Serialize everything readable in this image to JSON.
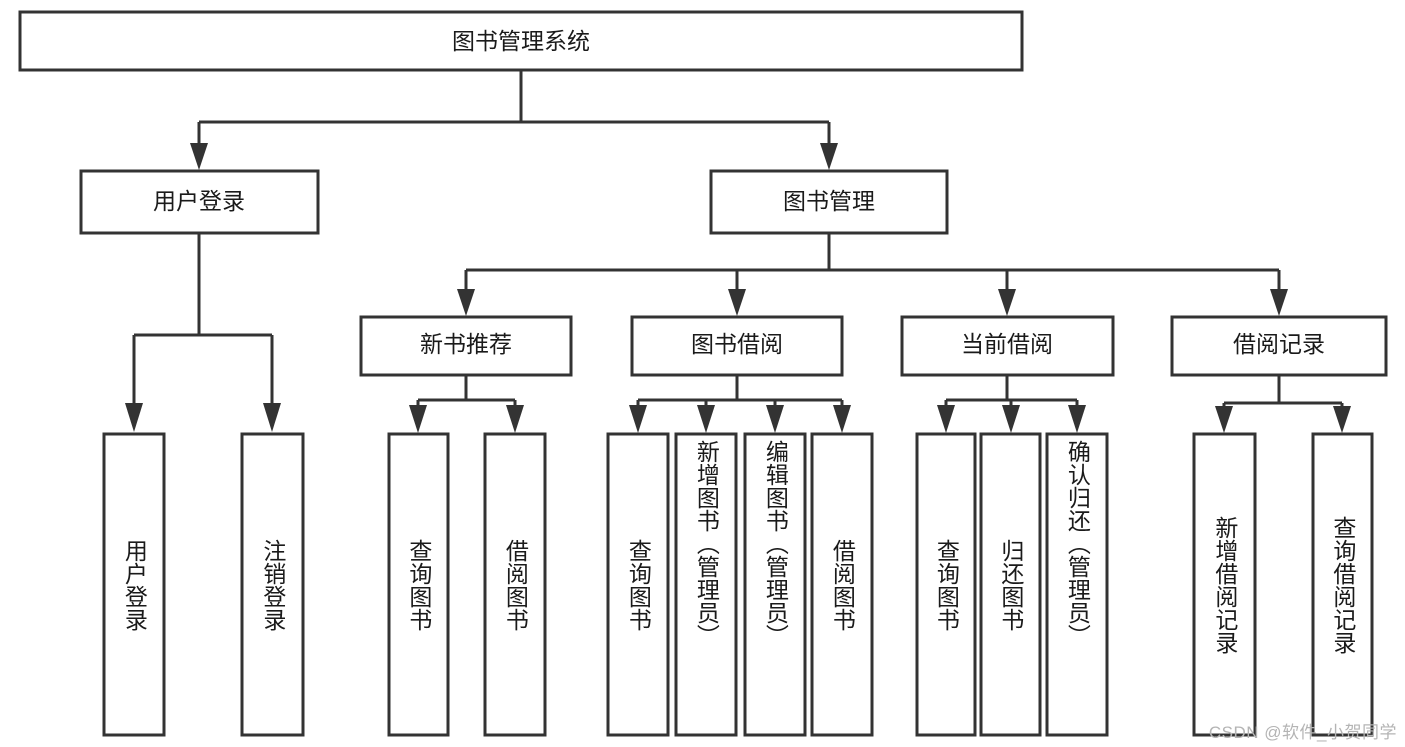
{
  "diagram": {
    "type": "tree-hierarchy",
    "title": "图书管理系统",
    "watermark": "CSDN @软件_小贺同学",
    "colors": {
      "stroke": "#333333",
      "fill": "#ffffff",
      "text": "#1a1a1a",
      "watermark": "#b4b4b4",
      "background": "#ffffff"
    },
    "levels": {
      "root": {
        "label": "图书管理系统"
      },
      "level2": [
        {
          "label": "用户登录"
        },
        {
          "label": "图书管理"
        }
      ],
      "level3": [
        {
          "label": "新书推荐"
        },
        {
          "label": "图书借阅"
        },
        {
          "label": "当前借阅"
        },
        {
          "label": "借阅记录"
        }
      ],
      "leaves": [
        {
          "label": "用户登录",
          "parent": "用户登录"
        },
        {
          "label": "注销登录",
          "parent": "用户登录"
        },
        {
          "label": "查询图书",
          "parent": "新书推荐"
        },
        {
          "label": "借阅图书",
          "parent": "新书推荐"
        },
        {
          "label": "查询图书",
          "parent": "图书借阅"
        },
        {
          "label": "新增图书（管理员）",
          "parent": "图书借阅"
        },
        {
          "label": "编辑图书（管理员）",
          "parent": "图书借阅"
        },
        {
          "label": "借阅图书",
          "parent": "图书借阅"
        },
        {
          "label": "查询图书",
          "parent": "当前借阅"
        },
        {
          "label": "归还图书",
          "parent": "当前借阅"
        },
        {
          "label": "确认归还（管理员）",
          "parent": "当前借阅"
        },
        {
          "label": "新增借阅记录",
          "parent": "借阅记录"
        },
        {
          "label": "查询借阅记录",
          "parent": "借阅记录"
        }
      ]
    },
    "nodes": {
      "root": "图书管理系统",
      "n_user_login": "用户登录",
      "n_book_manage": "图书管理",
      "n_new_book": "新书推荐",
      "n_book_borrow": "图书借阅",
      "n_current_borrow": "当前借阅",
      "n_borrow_record": "借阅记录",
      "leaf_user_login": "用户登录",
      "leaf_logout": "注销登录",
      "leaf_query_book_1": "查询图书",
      "leaf_borrow_book_1": "借阅图书",
      "leaf_query_book_2": "查询图书",
      "leaf_add_book": "新增图书（管理员）",
      "leaf_edit_book": "编辑图书（管理员）",
      "leaf_borrow_book_2": "借阅图书",
      "leaf_query_book_3": "查询图书",
      "leaf_return_book": "归还图书",
      "leaf_confirm_return": "确认归还（管理员）",
      "leaf_add_record": "新增借阅记录",
      "leaf_query_record": "查询借阅记录"
    }
  }
}
